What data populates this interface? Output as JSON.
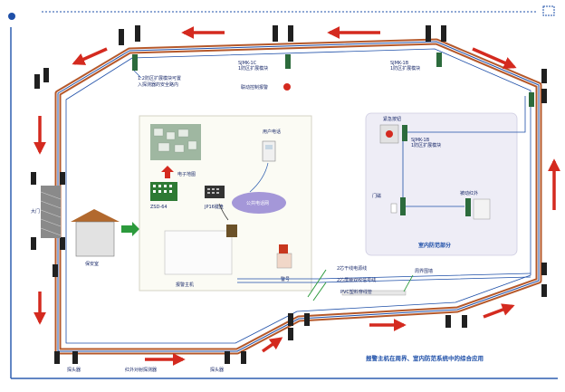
{
  "labels": {
    "note": "1.2防区扩展模块可置",
    "note2": "入探测器的安全路内",
    "module1": "SJMK-1C",
    "module1_desc": "1防区扩展模块",
    "module2": "SJMK-1B",
    "module2_desc": "1防区扩展模块",
    "linkage_alarm": "联动控制报警",
    "e_map": "电子地图",
    "zsd": "ZSD-64",
    "keypad": "JP16键盘",
    "user_phone": "用户电话",
    "public_phone_net": "公共电话网",
    "guard_room": "保安室",
    "gate": "大门",
    "alarm_host": "报警主机",
    "siren": "警号",
    "emergency_button": "紧急按钮",
    "module3": "SJMK-1B",
    "module3_desc": "1防区扩展模块",
    "door_magnet": "门磁",
    "passive_ir": "被动红外",
    "indoor_section": "室内防范部分",
    "bus1": "2芯干线电源线",
    "bus2": "2芯屏蔽双绞信号线",
    "bus3": "PVC塑料穿线管",
    "fence_line": "周界围墙",
    "detector_left": "探头器",
    "ir_detector": "红外对射探测器",
    "detector_right": "探头器",
    "caption": "报警主机在周界、室内防范系统中的综合应用"
  },
  "colors": {
    "accent_blue": "#1e4fa8",
    "cable_brown": "#b5582a",
    "arrow_red": "#d42a1f",
    "arrow_green": "#2c9a3c",
    "frame_blue": "#2f5fb0"
  }
}
